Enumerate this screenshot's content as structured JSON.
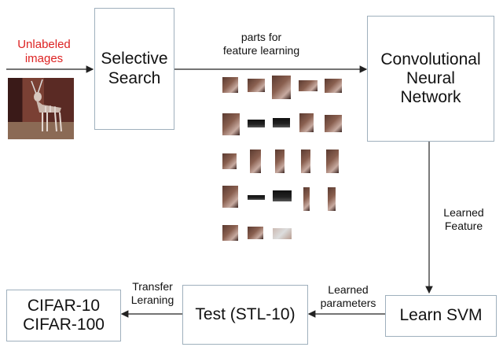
{
  "input": {
    "label": "Unlabeled\nimages",
    "color": "#dd2222"
  },
  "nodes": {
    "selective_search": "Selective\nSearch",
    "cnn": "Convolutional\nNeural\nNetwork",
    "learn_svm": "Learn SVM",
    "test": "Test (STL-10)",
    "output": "CIFAR-10\nCIFAR-100"
  },
  "edges": {
    "parts": "parts for\nfeature learning",
    "learned_feature": "Learned\nFeature",
    "learned_parameters": "Learned\nparameters",
    "transfer": "Transfer\nLeraning"
  },
  "colors": {
    "box_border": "#9fb0bd",
    "arrow": "#222222",
    "text": "#111111"
  }
}
